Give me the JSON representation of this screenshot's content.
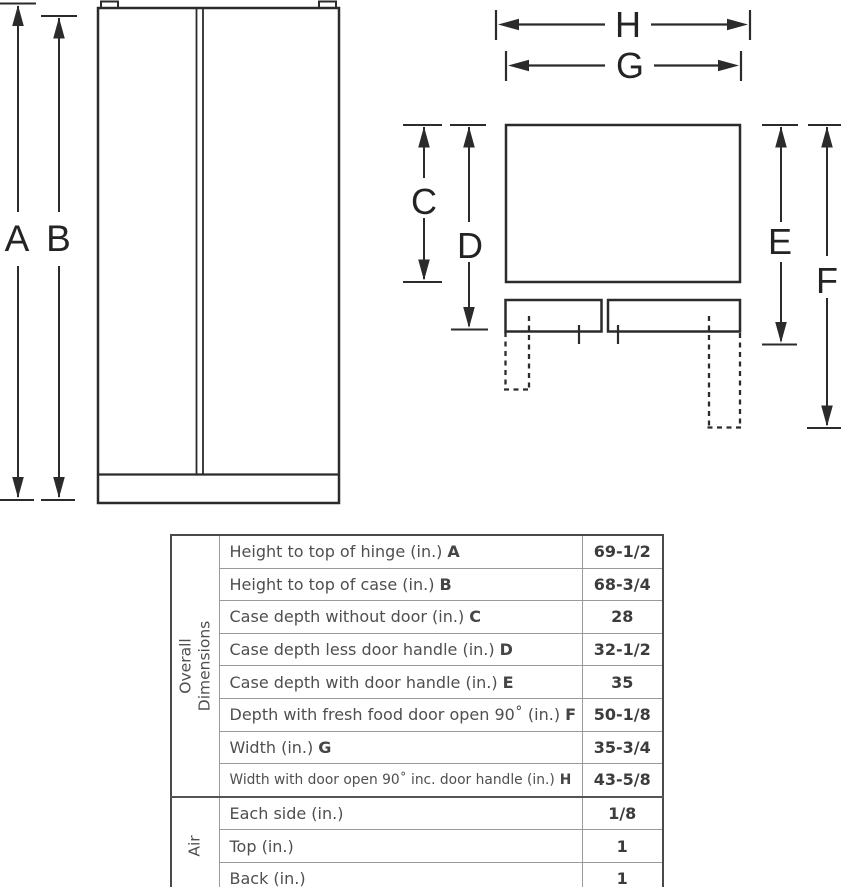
{
  "colors": {
    "line": "#2b2b2b",
    "diagram_label": "#232323",
    "table_text": "#4f4f4f",
    "table_value": "#3c3c3c",
    "grid_inner": "#9a9a9a",
    "grid_outer": "#4a4a4a",
    "background": "#ffffff"
  },
  "diagram": {
    "front_view_labels": {
      "A": "A",
      "B": "B"
    },
    "top_view_labels": {
      "C": "C",
      "D": "D",
      "E": "E",
      "F": "F",
      "G": "G",
      "H": "H"
    }
  },
  "table": {
    "sections": [
      {
        "title": "Overall Dimensions",
        "rows": [
          {
            "label": "Height to top of hinge (in.)",
            "letter": "A",
            "value": "69-1/2"
          },
          {
            "label": "Height to top of case (in.)",
            "letter": "B",
            "value": "68-3/4"
          },
          {
            "label": "Case depth without door (in.)",
            "letter": "C",
            "value": "28"
          },
          {
            "label": "Case depth less door handle (in.)",
            "letter": "D",
            "value": "32-1/2"
          },
          {
            "label": "Case depth with door handle (in.)",
            "letter": "E",
            "value": "35"
          },
          {
            "label": "Depth with fresh food door open 90˚ (in.)",
            "letter": "F",
            "value": "50-1/8"
          },
          {
            "label": "Width (in.)",
            "letter": "G",
            "value": "35-3/4"
          },
          {
            "label": "Width with door open 90˚ inc. door handle (in.)",
            "letter": "H",
            "value": "43-5/8"
          }
        ]
      },
      {
        "title": "Air",
        "rows": [
          {
            "label": "Each side (in.)",
            "letter": "",
            "value": "1/8"
          },
          {
            "label": "Top (in.)",
            "letter": "",
            "value": "1"
          },
          {
            "label": "Back (in.)",
            "letter": "",
            "value": "1"
          }
        ]
      }
    ]
  }
}
